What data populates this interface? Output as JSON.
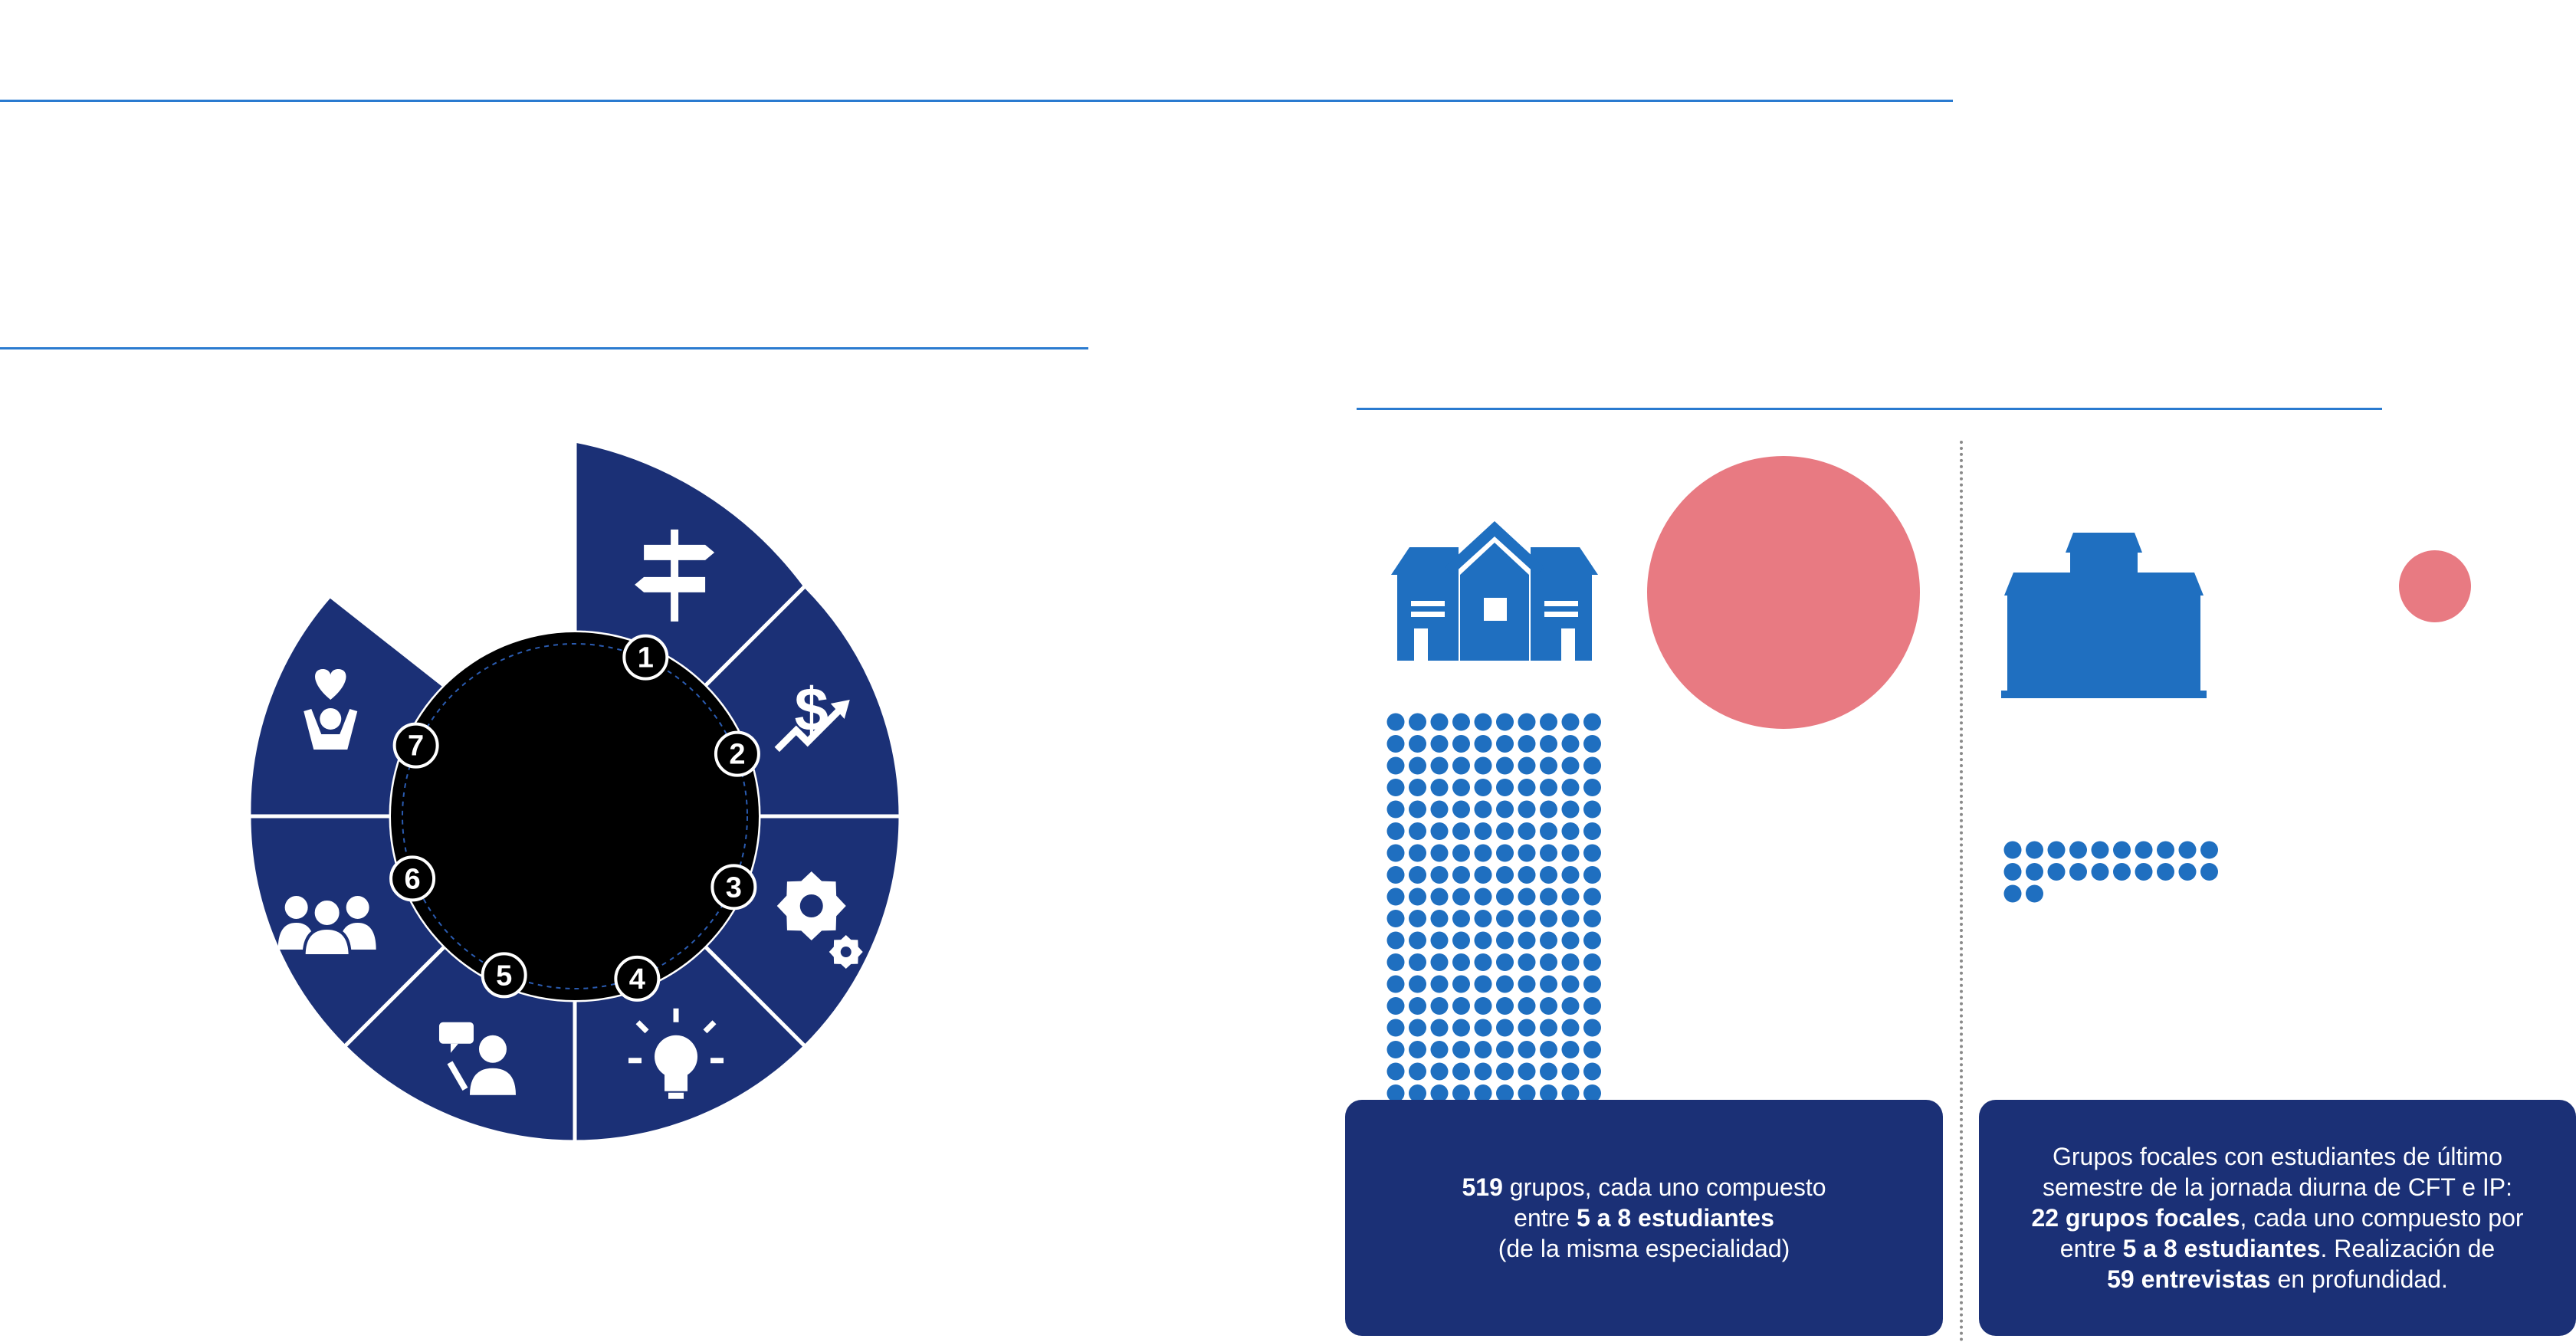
{
  "colors": {
    "navy": "#1b3076",
    "blue": "#1f6fc0",
    "coral": "#e87a82",
    "black": "#000000",
    "divider": "#2a7bd0"
  },
  "wheel": {
    "steps": [
      {
        "number": "1",
        "icon": "signpost-icon"
      },
      {
        "number": "2",
        "icon": "money-growth-icon"
      },
      {
        "number": "3",
        "icon": "gears-icon"
      },
      {
        "number": "4",
        "icon": "lightbulb-icon"
      },
      {
        "number": "5",
        "icon": "speaker-chat-icon"
      },
      {
        "number": "6",
        "icon": "people-group-icon"
      },
      {
        "number": "7",
        "icon": "heart-person-icon"
      }
    ]
  },
  "left_panel": {
    "icon": "houses-icon",
    "dot_count": 183,
    "box": {
      "line1_bold": "519",
      "line1_rest": " grupos, cada uno compuesto",
      "line2_pre": "entre ",
      "line2_bold": "5 a 8 estudiantes",
      "line3": "(de la misma especialidad)"
    }
  },
  "right_panel": {
    "icon": "building-icon",
    "dot_count": 22,
    "box": {
      "line1": "Grupos focales con estudiantes de último",
      "line2": "semestre de la jornada diurna de CFT e IP:",
      "line3_bold": "22 grupos focales",
      "line3_rest": ", cada uno compuesto por",
      "line4_pre": "entre ",
      "line4_bold": "5 a 8 estudiantes",
      "line4_rest": ". Realización de",
      "line5_bold": "59 entrevistas",
      "line5_rest": " en profundidad."
    }
  }
}
